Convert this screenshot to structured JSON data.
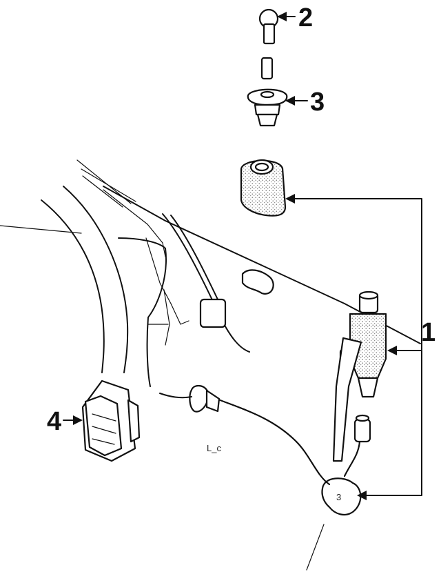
{
  "callouts": {
    "c1": "1",
    "c2": "2",
    "c3": "3",
    "c4": "4"
  },
  "faint_text": "L_c"
}
